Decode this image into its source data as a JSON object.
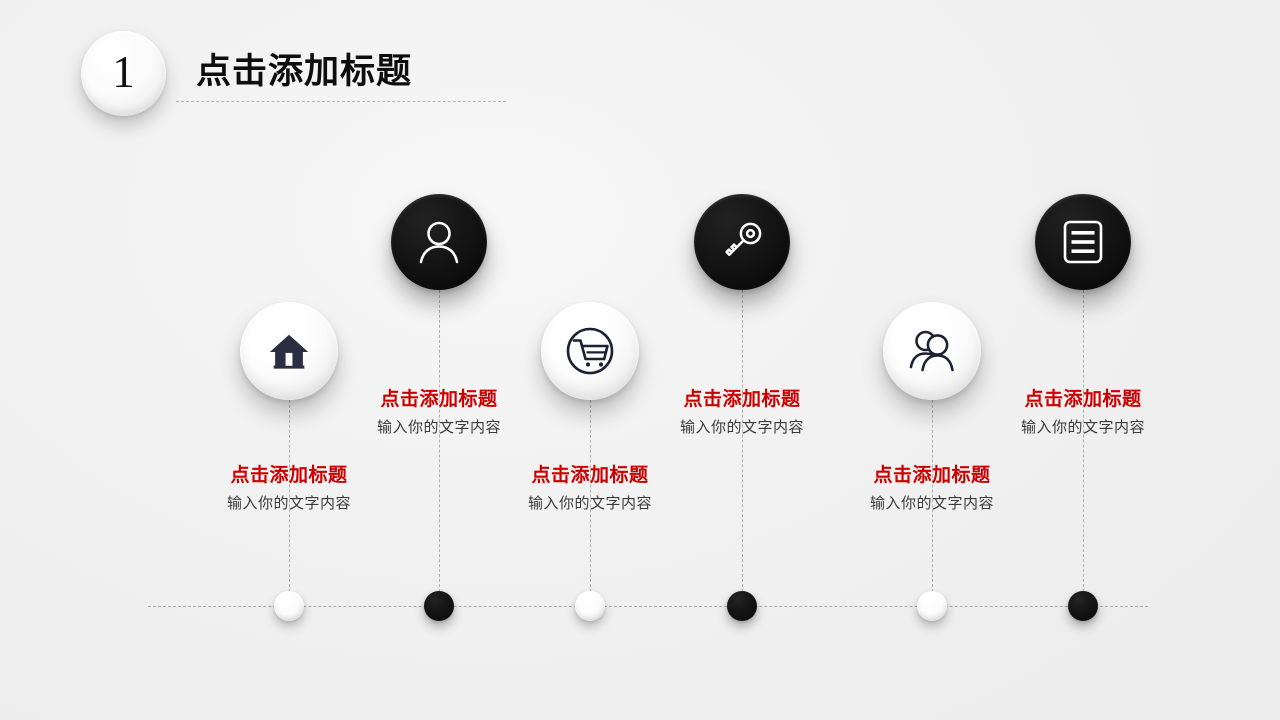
{
  "slide": {
    "background_color": "#f2f2f2",
    "accent_color": "#cc0000",
    "dark_color": "#0c0c0c",
    "light_color": "#ffffff"
  },
  "header": {
    "badge_number": "1",
    "title": "点击添加标题"
  },
  "items": [
    {
      "icon": "home-icon",
      "style": "light",
      "title": "点击添加标题",
      "subtitle": "输入你的文字内容"
    },
    {
      "icon": "user-icon",
      "style": "dark",
      "title": "点击添加标题",
      "subtitle": "输入你的文字内容"
    },
    {
      "icon": "shopping-cart-icon",
      "style": "light",
      "title": "点击添加标题",
      "subtitle": "输入你的文字内容"
    },
    {
      "icon": "key-icon",
      "style": "dark",
      "title": "点击添加标题",
      "subtitle": "输入你的文字内容"
    },
    {
      "icon": "users-group-icon",
      "style": "light",
      "title": "点击添加标题",
      "subtitle": "输入你的文字内容"
    },
    {
      "icon": "list-document-icon",
      "style": "dark",
      "title": "点击添加标题",
      "subtitle": "输入你的文字内容"
    }
  ]
}
